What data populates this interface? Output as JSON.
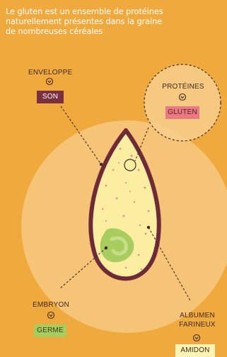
{
  "headline": "Le gluten est un ensemble de protéines\nnaturellement présentes dans la graine\nde nombreuses céréales",
  "parts": {
    "enveloppe": {
      "label": "ENVELOPPE",
      "tag": "SON"
    },
    "proteines": {
      "label": "PROTÉINES",
      "tag": "GLUTEN"
    },
    "embryon": {
      "label": "EMBRYON",
      "tag": "GERME"
    },
    "albumen": {
      "label": "ALBUMEN\nFARINEUX",
      "tag": "AMIDON"
    }
  },
  "colors": {
    "background": "#f0a93d",
    "halo": "#f5c77c",
    "grain_fill": "#fbeea0",
    "grain_outline": "#6e2a38",
    "embryo": "#a9cc5e",
    "speckle": "#e8879a",
    "son_tag": "#7b3040",
    "gluten_tag": "#ea7a82",
    "germe_tag": "#a9cc5e",
    "amidon_tag": "#fdf3b6"
  },
  "icons": {
    "down_indicator": "chevron-circle-icon"
  }
}
